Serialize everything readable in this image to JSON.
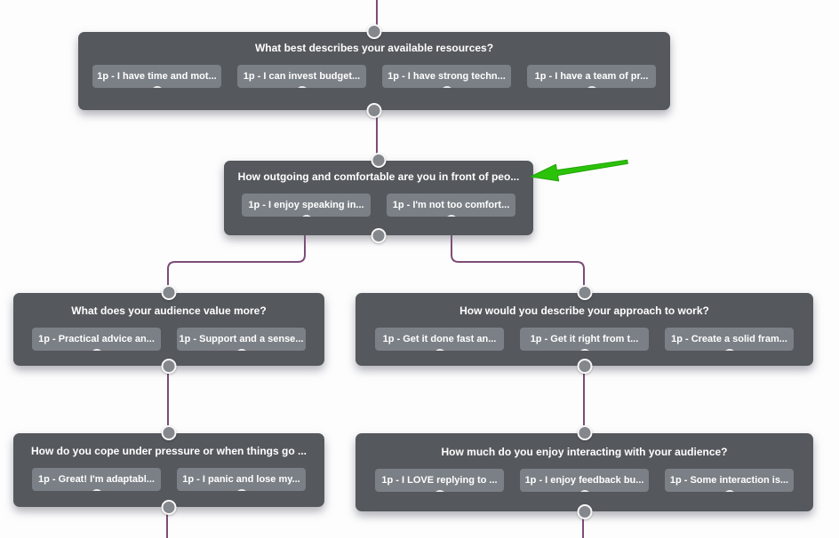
{
  "app": {
    "view": "quiz-flow-builder-canvas"
  },
  "colors": {
    "node_background": "#55585d",
    "answer_button_background": "#7b8086",
    "connector_fill": "#84878b",
    "connector_border": "#f7f7f7",
    "edge_line": "#7d4c78",
    "annotation_arrow": "#2bc20a",
    "text": "#ffffff",
    "canvas_background": "#fdfdfe"
  },
  "nodes": [
    {
      "id": "resources",
      "title": "What best describes your available resources?",
      "answers": [
        "1p - I have time and mot...",
        "1p - I can invest budget...",
        "1p - I have strong techn...",
        "1p - I have a team of pr..."
      ]
    },
    {
      "id": "outgoing",
      "title": "How outgoing and comfortable are you in front of peo...",
      "answers": [
        "1p - I enjoy speaking in...",
        "1p - I'm not too comfort..."
      ]
    },
    {
      "id": "audience-value",
      "title": "What does your audience value more?",
      "answers": [
        "1p - Practical advice an...",
        "1p - Support and a sense..."
      ]
    },
    {
      "id": "approach",
      "title": "How would you describe your approach to work?",
      "answers": [
        "1p - Get it done fast an...",
        "1p - Get it right from t...",
        "1p - Create a solid fram..."
      ]
    },
    {
      "id": "pressure",
      "title": "How do you cope under pressure or when things go ...",
      "answers": [
        "1p - Great! I'm adaptabl...",
        "1p - I panic and lose my..."
      ]
    },
    {
      "id": "interacting",
      "title": "How much do you enjoy interacting with your audience?",
      "answers": [
        "1p - I LOVE replying to ...",
        "1p - I enjoy feedback bu...",
        "1p - Some interaction is..."
      ]
    }
  ],
  "edges": [
    {
      "from": "offscreen-top",
      "to": "resources.top"
    },
    {
      "from": "resources.bottom",
      "to": "outgoing.top"
    },
    {
      "from": "outgoing.answer-0",
      "to": "audience-value.top"
    },
    {
      "from": "outgoing.answer-1",
      "to": "approach.top"
    },
    {
      "from": "audience-value.bottom",
      "to": "pressure.top"
    },
    {
      "from": "approach.bottom",
      "to": "interacting.top"
    },
    {
      "from": "pressure.bottom",
      "to": "offscreen-bottom"
    },
    {
      "from": "interacting.bottom",
      "to": "offscreen-bottom"
    }
  ],
  "annotation": {
    "type": "green-arrow",
    "points_at": "outgoing"
  }
}
